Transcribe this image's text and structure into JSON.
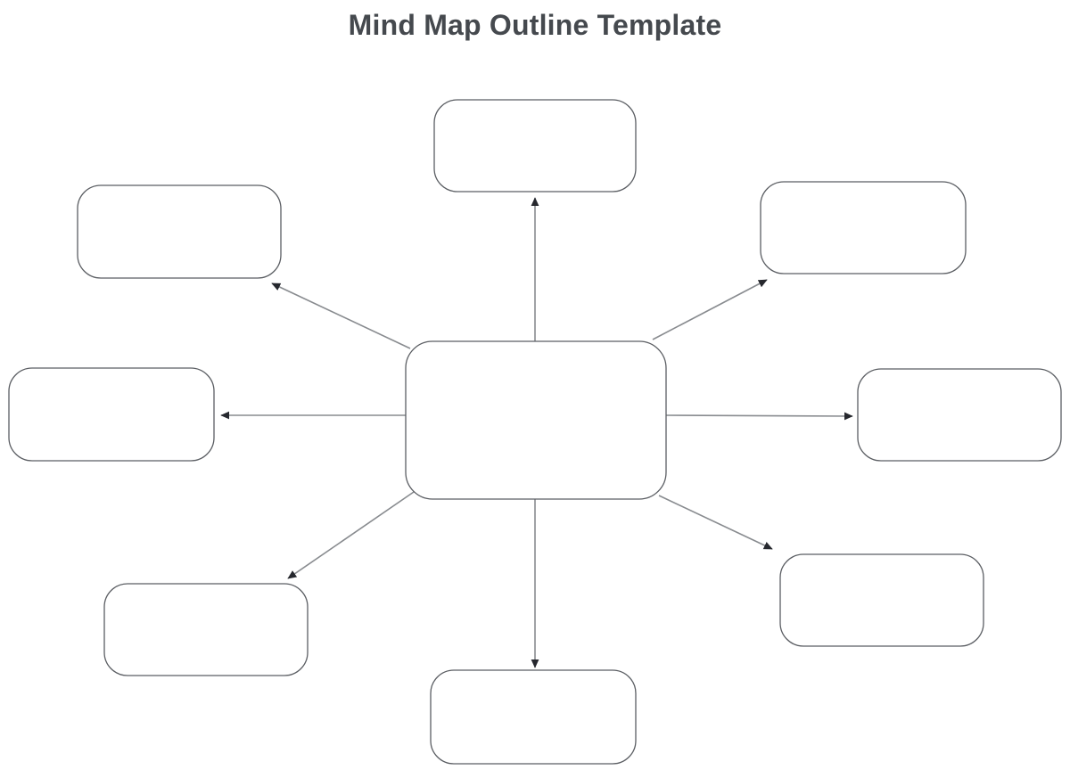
{
  "page": {
    "title": "Mind Map Outline Template",
    "background": "#ffffff"
  },
  "diagram": {
    "type": "mind-map-outline",
    "colors": {
      "title": "#45494e",
      "node_fill": "#ffffff",
      "node_border": "#5b5e63",
      "connector": "#888b8f",
      "arrowhead": "#26282e"
    },
    "connector_style": "straight-line-with-filled-arrowhead",
    "arrow_direction": "center-to-children",
    "center": {
      "id": "central-topic",
      "label": ""
    },
    "children": [
      {
        "id": "child-top",
        "position": "top",
        "label": ""
      },
      {
        "id": "child-top-right",
        "position": "top-right",
        "label": ""
      },
      {
        "id": "child-right",
        "position": "right",
        "label": ""
      },
      {
        "id": "child-bottom-right",
        "position": "bottom-right",
        "label": ""
      },
      {
        "id": "child-bottom",
        "position": "bottom",
        "label": ""
      },
      {
        "id": "child-bottom-left",
        "position": "bottom-left",
        "label": ""
      },
      {
        "id": "child-left",
        "position": "left",
        "label": ""
      },
      {
        "id": "child-top-left",
        "position": "top-left",
        "label": ""
      }
    ]
  }
}
